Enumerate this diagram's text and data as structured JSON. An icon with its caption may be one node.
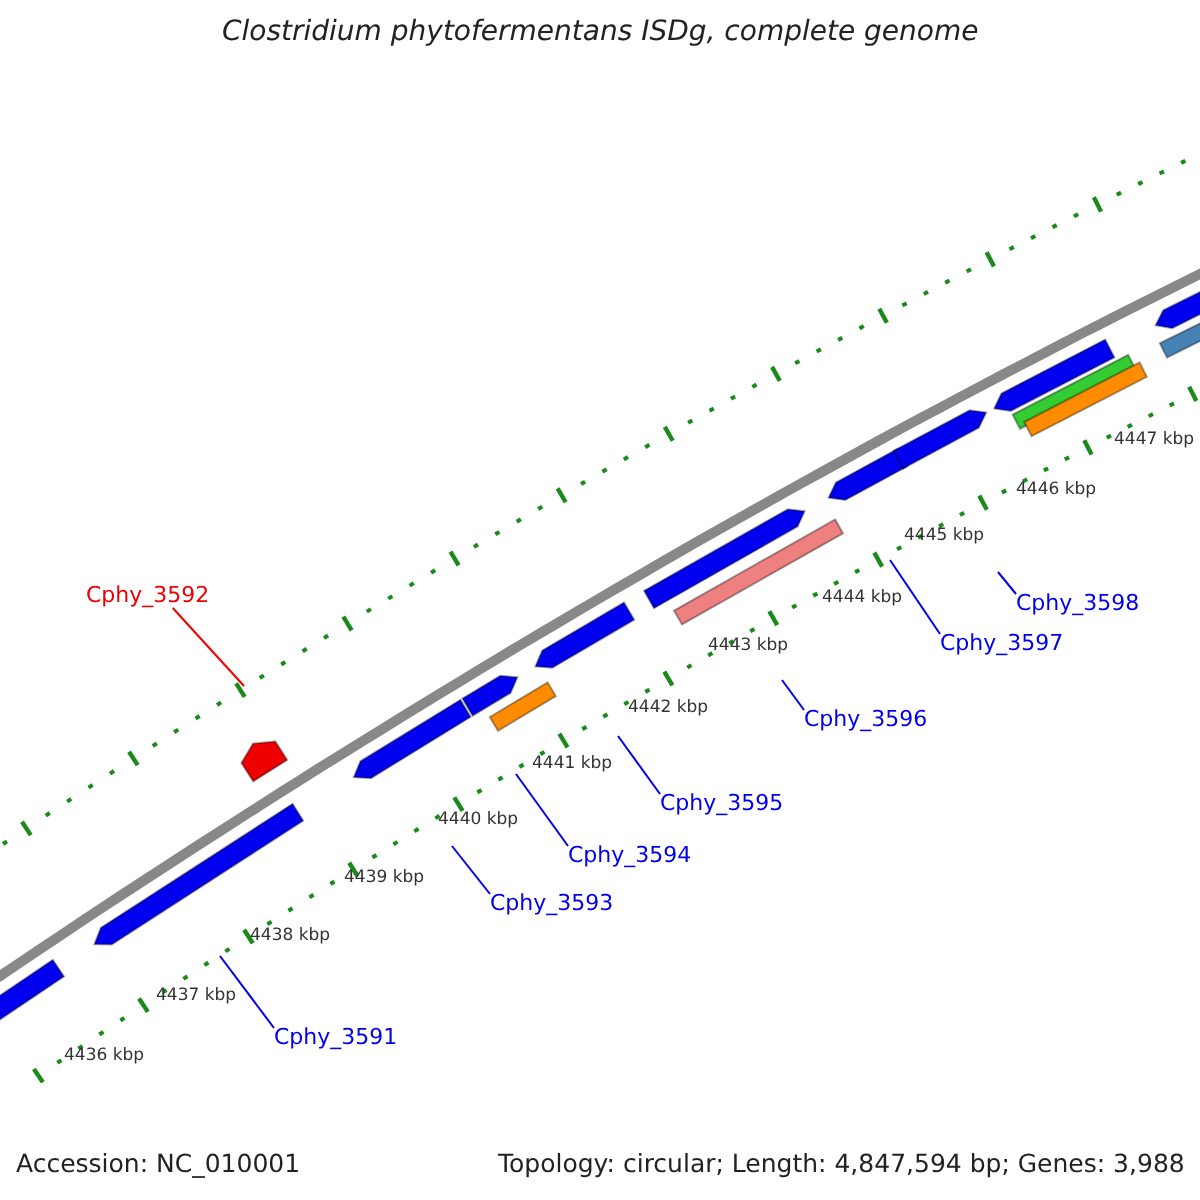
{
  "diagram": {
    "title": "Clostridium phytofermentans ISDg, complete genome",
    "nodes": [
      {
        "text": [
          "Cphy_3592"
        ]
      },
      {
        "text": [
          "Cphy_3598"
        ]
      },
      {
        "text": [
          "Cphy_3597"
        ]
      },
      {
        "text": [
          "Cphy_3596"
        ]
      },
      {
        "text": [
          "Cphy_3595"
        ]
      },
      {
        "text": [
          "Cphy_3594"
        ]
      },
      {
        "text": [
          "Cphy_3593"
        ]
      },
      {
        "text": [
          "Cphy_3591"
        ]
      }
    ],
    "edges": [
      {
        "from": 0,
        "to": null,
        "arrow": "none",
        "color": "#ee0000"
      },
      {
        "from": 1,
        "to": null,
        "arrow": "none"
      },
      {
        "from": 2,
        "to": null,
        "arrow": "none"
      },
      {
        "from": 3,
        "to": null,
        "arrow": "none"
      },
      {
        "from": 4,
        "to": null,
        "arrow": "none"
      },
      {
        "from": 5,
        "to": null,
        "arrow": "none"
      },
      {
        "from": 6,
        "to": null,
        "arrow": "none"
      },
      {
        "from": 7,
        "to": null,
        "arrow": "none"
      }
    ],
    "labels": [
      "4447 kbp",
      "4446 kbp",
      "4445 kbp",
      "4444 kbp",
      "4443 kbp",
      "4442 kbp",
      "4441 kbp",
      "4440 kbp",
      "4439 kbp",
      "4438 kbp",
      "4437 kbp",
      "4436 kbp",
      "Accession: NC_010001",
      "Topology: circular; Length: 4,847,594 bp; Genes: 3,988"
    ]
  }
}
